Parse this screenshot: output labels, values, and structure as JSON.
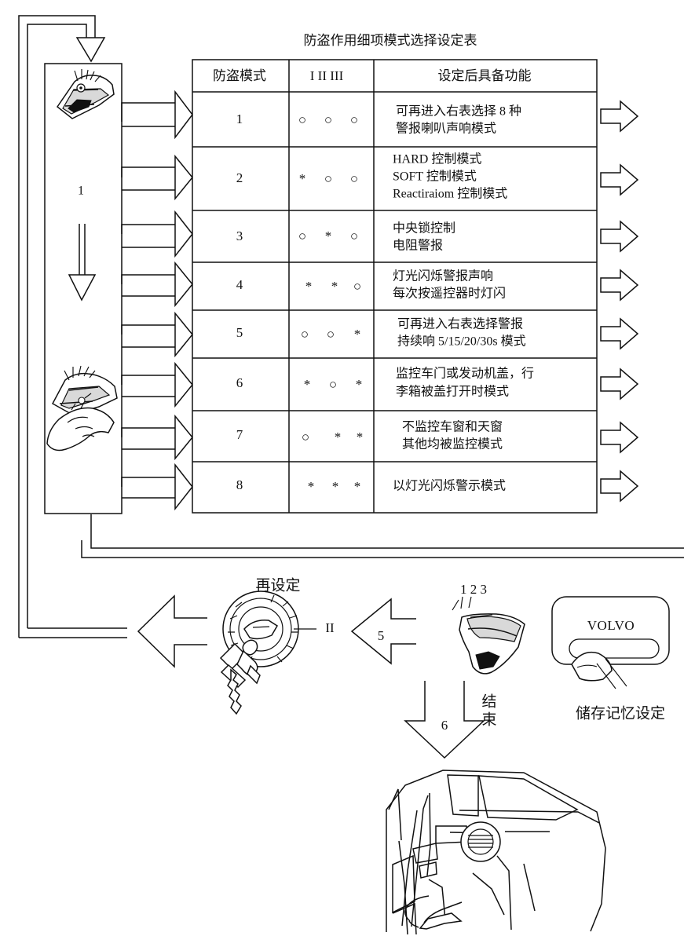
{
  "table": {
    "title": "防盗作用细项模式选择设定表",
    "headers": {
      "mode": "防盗模式",
      "switches": "I II III",
      "function": "设定后具备功能"
    },
    "rows": [
      {
        "mode": "1",
        "positions": [
          "○",
          "○",
          "○"
        ],
        "lines": [
          "可再进入右表选择 8 种",
          "警报喇叭声响模式"
        ]
      },
      {
        "mode": "2",
        "positions": [
          "*",
          "○",
          "○"
        ],
        "lines": [
          "HARD 控制模式",
          "SOFT 控制模式",
          "Reactiraiom 控制模式"
        ]
      },
      {
        "mode": "3",
        "positions": [
          "○",
          "*",
          "○"
        ],
        "lines": [
          "中央锁控制",
          "电阻警报"
        ]
      },
      {
        "mode": "4",
        "positions": [
          "*",
          "*",
          "○"
        ],
        "lines": [
          "灯光闪烁警报声响",
          "每次按遥控器时灯闪"
        ]
      },
      {
        "mode": "5",
        "positions": [
          "○",
          "○",
          "*"
        ],
        "lines": [
          "可再进入右表选择警报",
          "持续响 5/15/20/30s 模式"
        ]
      },
      {
        "mode": "6",
        "positions": [
          "*",
          "○",
          "*"
        ],
        "lines": [
          "监控车门或发动机盖，行",
          "李箱被盖打开时模式"
        ]
      },
      {
        "mode": "7",
        "positions": [
          "○",
          "*",
          "*"
        ],
        "lines": [
          "不监控车窗和天窗",
          "其他均被监控模式"
        ]
      },
      {
        "mode": "8",
        "positions": [
          "*",
          "*",
          "*"
        ],
        "lines": [
          "以灯光闪烁警示模式"
        ]
      }
    ]
  },
  "left_panel": {
    "step_label": "1"
  },
  "bottom": {
    "reset_label": "再设定",
    "key_position_label": "II",
    "arrow_5_label": "5",
    "switch_positions_label": "1 2 3",
    "end_label_top": "结",
    "end_label_bottom": "束",
    "arrow_6_label": "6",
    "brand_label": "VOLVO",
    "memory_label": "储存记忆设定"
  },
  "icons": {
    "sensor_top": "sensor-light-icon",
    "sensor_hand": "sensor-touch-icon",
    "ignition": "ignition-key-icon",
    "remote": "remote-sensor-icon",
    "vehicle_interior": "car-interior-icon",
    "volvo_button": "volvo-button-icon",
    "flow_arrow": "hollow-arrow-icon"
  }
}
